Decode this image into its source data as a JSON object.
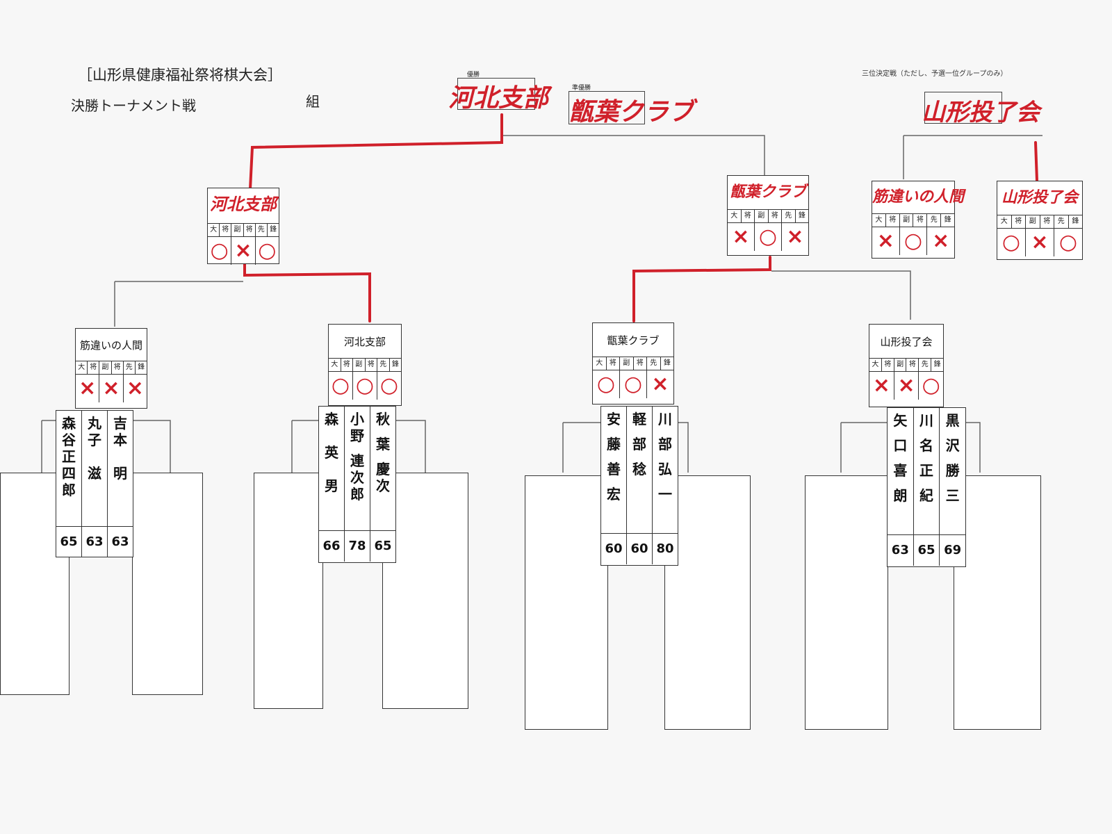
{
  "header": {
    "title": "［山形県健康福祉祭将棋大会］",
    "subtitle": "決勝トーナメント戦",
    "group_label": "組",
    "third_place_note": "三位決定戦（ただし、予選一位グループのみ）",
    "winner_label": "優勝",
    "runner_up_label": "準優勝",
    "winner": "河北支部",
    "runner_up": "甑葉クラブ",
    "third_place_winner": "山形投了会"
  },
  "positions": [
    "大",
    "将",
    "副",
    "将",
    "先",
    "鋒"
  ],
  "semifinals": [
    {
      "team": "河北支部",
      "marks": [
        "○",
        "×",
        "○"
      ]
    },
    {
      "team": "甑葉クラブ",
      "marks": [
        "×",
        "○",
        "×"
      ]
    }
  ],
  "third_place": [
    {
      "team": "筋違いの人間",
      "marks": [
        "×",
        "○",
        "×"
      ]
    },
    {
      "team": "山形投了会",
      "marks": [
        "○",
        "×",
        "○"
      ]
    }
  ],
  "teams": [
    {
      "team": "筋違いの人間",
      "marks": [
        "×",
        "×",
        "×"
      ],
      "players": [
        [
          "森",
          "谷",
          "正",
          "四",
          "郎"
        ],
        [
          "丸",
          "子",
          "滋"
        ],
        [
          "吉",
          "本",
          "明"
        ]
      ],
      "ages": [
        "65",
        "63",
        "63"
      ]
    },
    {
      "team": "河北支部",
      "marks": [
        "○",
        "○",
        "○"
      ],
      "players": [
        [
          "森",
          "英",
          "男"
        ],
        [
          "小",
          "野",
          "連",
          "次",
          "郎"
        ],
        [
          "秋",
          "葉",
          "慶",
          "次"
        ]
      ],
      "ages": [
        "66",
        "78",
        "65"
      ]
    },
    {
      "team": "甑葉クラブ",
      "marks": [
        "○",
        "○",
        "×"
      ],
      "players": [
        [
          "安",
          "藤",
          "善",
          "宏"
        ],
        [
          "軽",
          "部",
          "稔"
        ],
        [
          "川",
          "部",
          "弘",
          "一"
        ]
      ],
      "ages": [
        "60",
        "60",
        "80"
      ]
    },
    {
      "team": "山形投了会",
      "marks": [
        "×",
        "×",
        "○"
      ],
      "players": [
        [
          "矢",
          "口",
          "喜",
          "朗"
        ],
        [
          "川",
          "名",
          "正",
          "紀"
        ],
        [
          "黒",
          "沢",
          "勝",
          "三"
        ]
      ],
      "ages": [
        "63",
        "65",
        "69"
      ]
    }
  ],
  "colors": {
    "red_ink": "#d0202a",
    "line": "#555555",
    "paper": "#f7f7f7"
  }
}
